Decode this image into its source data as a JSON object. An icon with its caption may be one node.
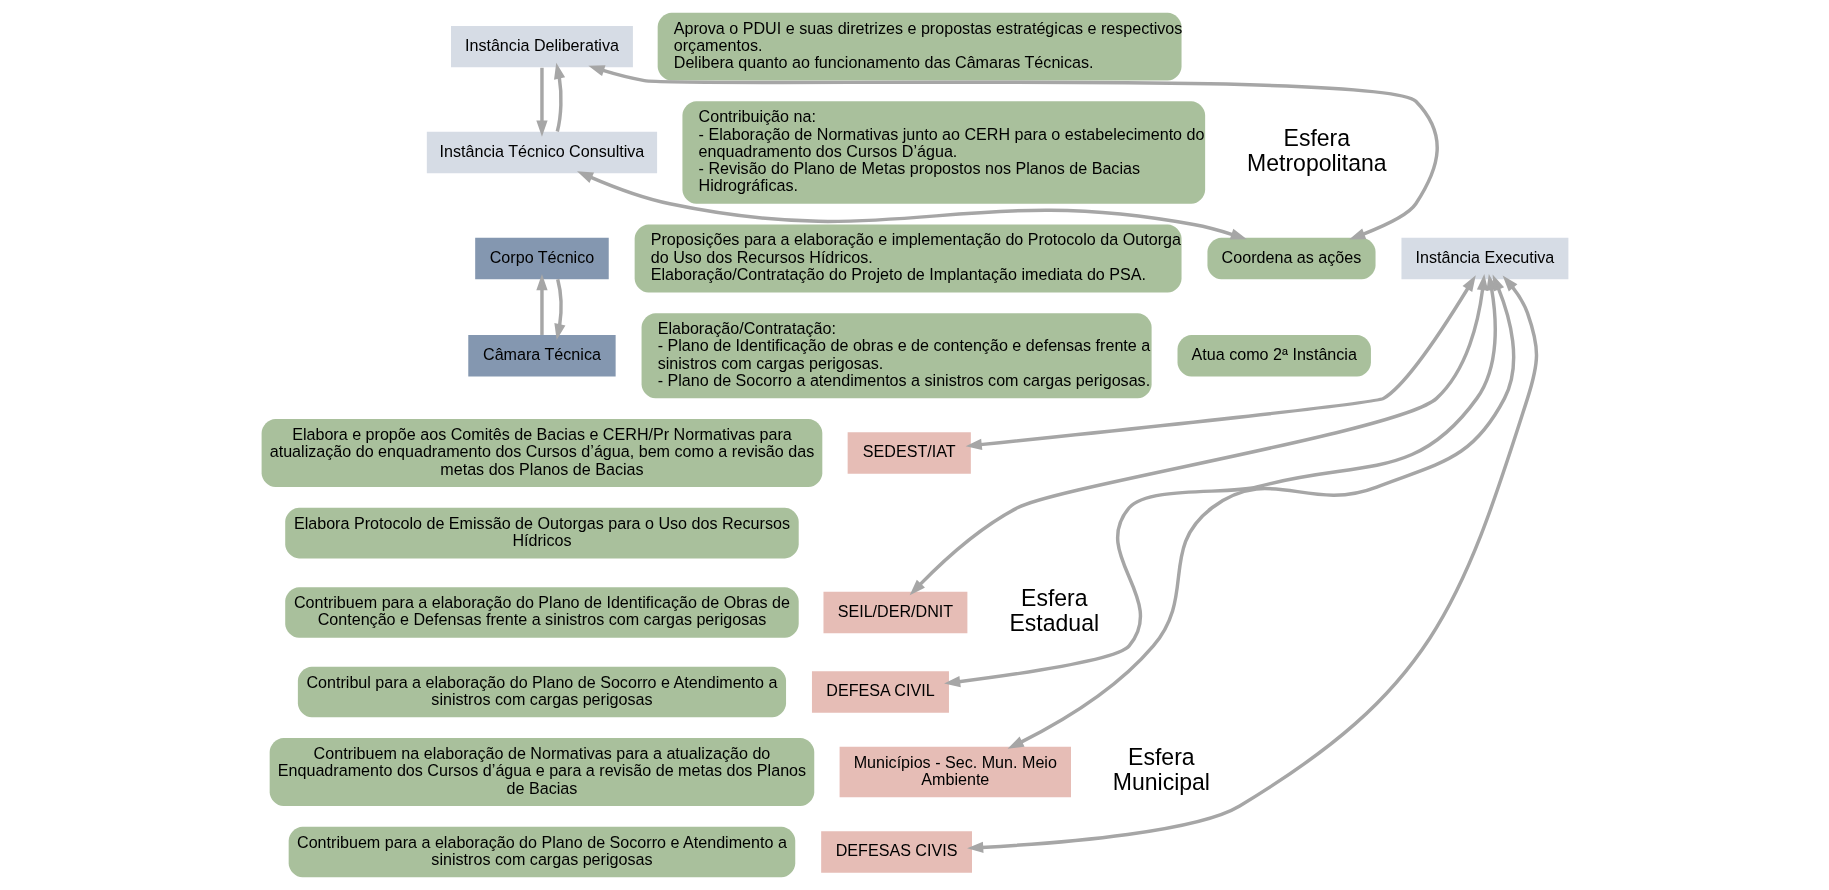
{
  "diagram": {
    "nodes": [
      {
        "text": [
          "Instância Deliberativa"
        ]
      },
      {
        "text": [
          "Instância Técnico Consultiva"
        ]
      },
      {
        "text": [
          "Corpo Técnico"
        ]
      },
      {
        "text": [
          "Câmara Técnica"
        ]
      },
      {
        "text": [
          "Aprova o PDUI e suas diretrizes e propostas estratégicas e respectivos orçamentos.",
          "Delibera quanto ao funcionamento das Câmaras Técnicas."
        ]
      },
      {
        "text": [
          "Coordena as ações"
        ]
      },
      {
        "text": [
          "Instância Executiva"
        ]
      },
      {
        "text": [
          "Contribuição na:",
          "- Elaboração de Normativas junto ao CERH para o estabelecimento do enquadramento dos Cursos D’água.",
          "- Revisão do Plano de Metas propostos nos Planos de Bacias Hidrográficas."
        ]
      },
      {
        "text": [
          "Proposições para a elaboração e implementação do Protocolo da Outorga do Uso dos Recursos Hídricos.",
          "Elaboração/Contratação do Projeto de Implantação imediata do PSA."
        ]
      },
      {
        "text": [
          "Elaboração/Contratação:",
          "- Plano de Identificação de obras e de contenção e defensas frente a sinistros com cargas perigosas.",
          "- Plano de Socorro a atendimentos a sinistros com cargas perigosas."
        ]
      },
      {
        "text": [
          "Atua como 2ª Instância"
        ]
      },
      {
        "text": [
          "Elabora e propõe aos Comitês de Bacias e CERH/Pr Normativas para atualização do enquadramento dos Cursos d’água, bem como a revisão das metas dos Planos de Bacias"
        ]
      },
      {
        "text": [
          "Elabora Protocolo de Emissão de Outorgas para o Uso dos Recursos Hídricos"
        ]
      },
      {
        "text": [
          "SEDEST/IAT"
        ]
      },
      {
        "text": [
          "Contribuem para a elaboração do Plano de Identificação de Obras de Contenção e Defensas frente a sinistros com cargas perigosas"
        ]
      },
      {
        "text": [
          "SEIL/DER/DNIT"
        ]
      },
      {
        "text": [
          "Contribul para a elaboração do Plano de Socorro e Atendimento a sinistros com cargas perigosas"
        ]
      },
      {
        "text": [
          "DEFESA CIVIL"
        ]
      },
      {
        "text": [
          "Contribuem na elaboração de Normativas para a atualização do Enquadramento dos Cursos d’água e para a revisão de metas dos Planos de Bacias"
        ]
      },
      {
        "text": [
          "Municípios - Sec. Mun. Meio Ambiente"
        ]
      },
      {
        "text": [
          "DEFESAS CIVIS"
        ]
      },
      {
        "text": [
          "Contribuem para a elaboração do Plano de Socorro e Atendimento a sinistros com cargas perigosas"
        ]
      }
    ],
    "edges": [
      {
        "from": 0,
        "to": 1,
        "arrow": "to"
      },
      {
        "from": 1,
        "to": 0,
        "arrow": "to"
      },
      {
        "from": 0,
        "to": 5,
        "arrow": "both"
      },
      {
        "from": 1,
        "to": 5,
        "arrow": "both"
      },
      {
        "from": 3,
        "to": 2,
        "arrow": "to"
      },
      {
        "from": 2,
        "to": 3,
        "arrow": "to"
      },
      {
        "from": 20,
        "to": 6,
        "arrow": "both"
      },
      {
        "from": 13,
        "to": 6,
        "arrow": "both"
      },
      {
        "from": 15,
        "to": 6,
        "arrow": "both"
      },
      {
        "from": 17,
        "to": 6,
        "arrow": "both"
      },
      {
        "from": 19,
        "to": 6,
        "arrow": "both"
      }
    ],
    "labels": [
      "Esfera Metropolitana",
      "Esfera Estadual",
      "Esfera Municipal"
    ]
  }
}
